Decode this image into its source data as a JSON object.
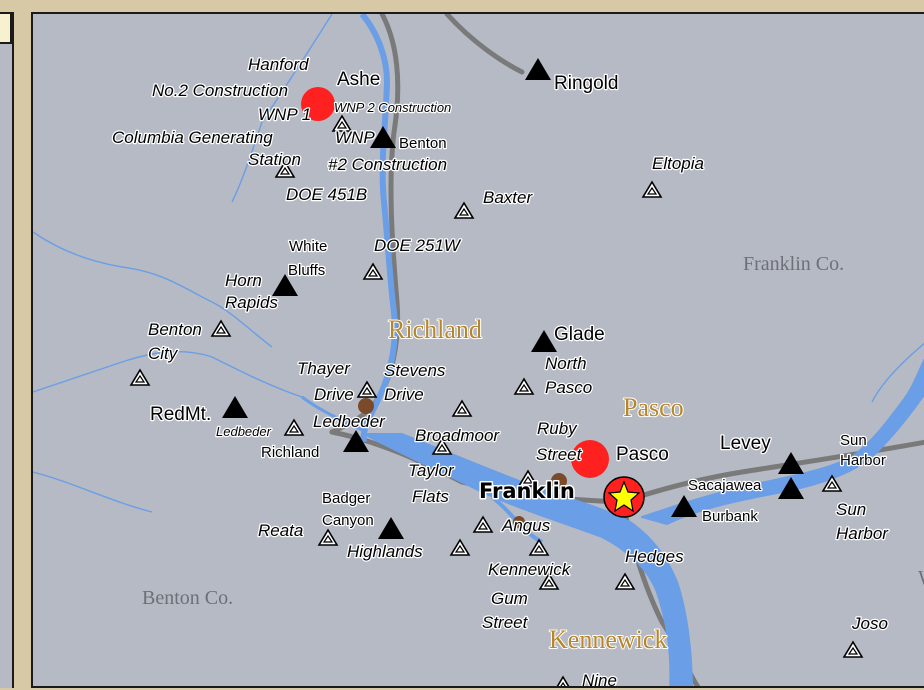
{
  "colors": {
    "background": "#b6bac4",
    "frame": "#d8c9a6",
    "river": "#6a9ee6",
    "road": "#7a7a7a",
    "city_label": "#b8862a",
    "county_label": "#6e7078",
    "event_marker": "#ff2020",
    "star": "#ffff00"
  },
  "county_labels": {
    "franklin": "Franklin Co.",
    "benton": "Benton Co."
  },
  "city_labels": {
    "richland": "Richland",
    "pasco": "Pasco",
    "kennewick": "Kennewick"
  },
  "highlight": {
    "franklin": "Franklin"
  },
  "stations": {
    "hanford": "Hanford",
    "no2_construction": "No.2 Construction",
    "ashe": "Ashe",
    "wnp1": "WNP 1",
    "wnp2_construction": "WNP 2 Construction",
    "columbia_generating": "Columbia Generating",
    "station": "Station",
    "wnp": "WNP",
    "benton": "Benton",
    "construction2": "#2 Construction",
    "ringold": "Ringold",
    "eltopia": "Eltopia",
    "doe451b": "DOE 451B",
    "baxter": "Baxter",
    "white": "White",
    "bluffs": "Bluffs",
    "doe251w": "DOE 251W",
    "horn": "Horn",
    "rapids": "Rapids",
    "benton_city_1": "Benton",
    "benton_city_2": "City",
    "glade": "Glade",
    "north": "North",
    "pasco_station": "Pasco",
    "thayer": "Thayer",
    "drive1": "Drive",
    "stevens": "Stevens",
    "drive2": "Drive",
    "redmt": "RedMt.",
    "ledbeder_small": "Ledbeder",
    "ledbeder": "Ledbeder",
    "richland_station": "Richland",
    "broadmoor": "Broadmoor",
    "ruby": "Ruby",
    "street": "Street",
    "pasco_city_marker": "Pasco",
    "levey": "Levey",
    "sun1": "Sun",
    "harbor1": "Harbor",
    "taylor": "Taylor",
    "flats": "Flats",
    "sacajawea": "Sacajawea",
    "burbank": "Burbank",
    "sun2": "Sun",
    "harbor2": "Harbor",
    "badger": "Badger",
    "canyon": "Canyon",
    "reata": "Reata",
    "highlands": "Highlands",
    "angus": "Angus",
    "kennewick_station": "Kennewick",
    "hedges": "Hedges",
    "gum": "Gum",
    "street2": "Street",
    "joso": "Joso",
    "nine": "Nine",
    "edge_w": "W"
  },
  "icons": {
    "broadband_station": "filled-triangle-icon",
    "strong_motion_station": "outlined-triangle-icon",
    "event": "red-circle-icon",
    "epicenter": "star-icon",
    "facility": "brown-dot-icon"
  }
}
